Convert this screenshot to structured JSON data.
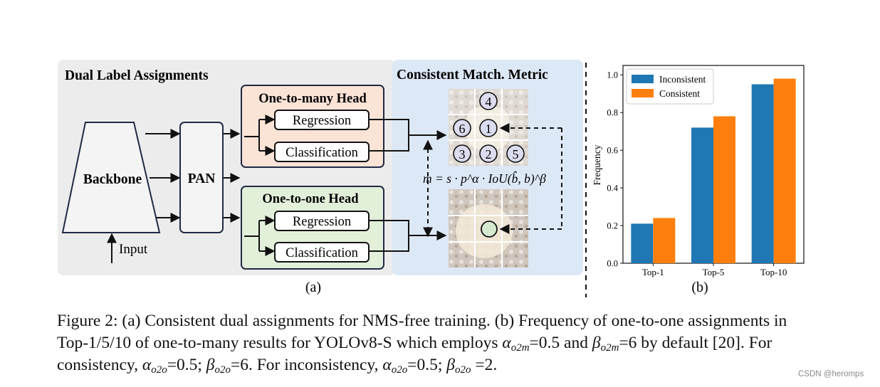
{
  "panel_a": {
    "left_title": "Dual Label Assignments",
    "right_title": "Consistent Match. Metric",
    "backbone": "Backbone",
    "pan": "PAN",
    "input": "Input",
    "head_many": "One-to-many Head",
    "head_one": "One-to-one Head",
    "regression": "Regression",
    "classification": "Classification",
    "anchor_labels": [
      "4",
      "6",
      "1",
      "3",
      "2",
      "5"
    ],
    "formula": "m = s · p^α · IoU(b̂, b)^β",
    "label": "(a)"
  },
  "panel_b": {
    "label": "(b)",
    "colors": {
      "Inconsistent": "#1f77b4",
      "Consistent": "#ff7f0e"
    }
  },
  "chart_data": {
    "type": "bar",
    "categories": [
      "Top-1",
      "Top-5",
      "Top-10"
    ],
    "series": [
      {
        "name": "Inconsistent",
        "values": [
          0.21,
          0.72,
          0.95
        ]
      },
      {
        "name": "Consistent",
        "values": [
          0.24,
          0.78,
          0.98
        ]
      }
    ],
    "ylabel": "Frequency",
    "xlabel": "",
    "ylim": [
      0,
      1.05
    ],
    "yticks": [
      "0.0",
      "0.2",
      "0.4",
      "0.6",
      "0.8",
      "1.0"
    ],
    "legend": "top-left",
    "grid": false
  },
  "caption": {
    "text": "Figure 2: (a) Consistent dual assignments for NMS-free training. (b) Frequency of one-to-one assignments in Top-1/5/10 of one-to-many results for YOLOv8-S which employs α_o2m=0.5 and β_o2m=6 by default [20]. For consistency, α_o2o=0.5; β_o2o=6. For inconsistency, α_o2o=0.5; β_o2o =2."
  },
  "watermark": "CSDN @heromps"
}
